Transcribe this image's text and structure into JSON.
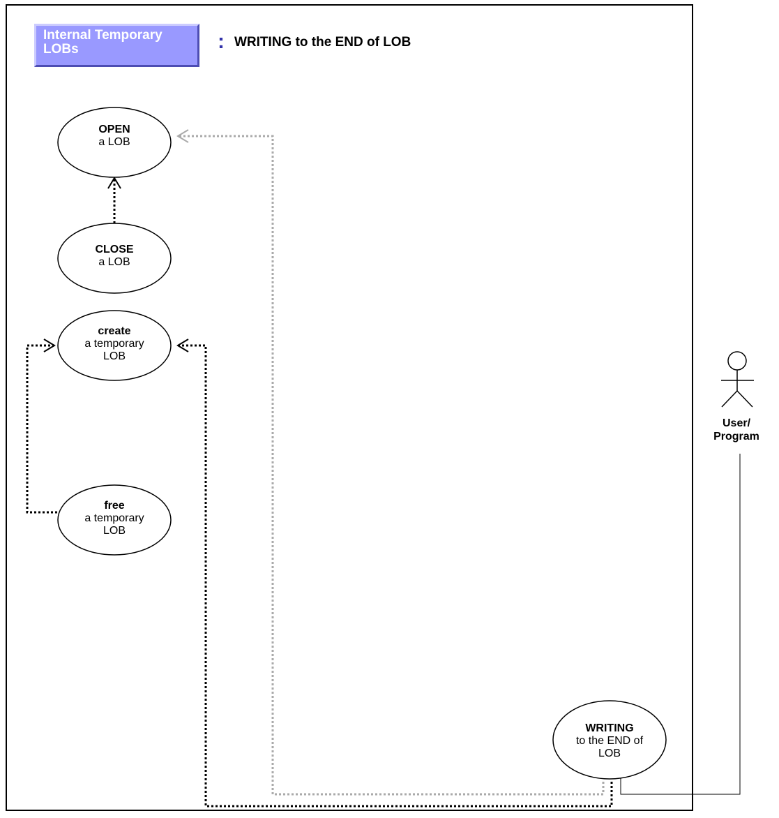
{
  "header": {
    "badge_label": "Internal Temporary\nLOBs",
    "colon": ":",
    "title": "WRITING to the END of LOB"
  },
  "use_cases": [
    {
      "id": "open",
      "keyword": "OPEN",
      "text": "a LOB"
    },
    {
      "id": "close",
      "keyword": "CLOSE",
      "text": "a LOB"
    },
    {
      "id": "create",
      "keyword": "create",
      "text": "a temporary\nLOB"
    },
    {
      "id": "free",
      "keyword": "free",
      "text": "a temporary\nLOB"
    },
    {
      "id": "write",
      "keyword": "WRITING",
      "text": "to the END of\nLOB"
    }
  ],
  "actor": {
    "label": "User/\nProgram",
    "icon": "stick-figure-icon"
  },
  "colors": {
    "badge_fill": "#9999ff",
    "colon": "#3333aa",
    "dependency_dark": "#000000",
    "dependency_light": "#aaaaaa"
  }
}
